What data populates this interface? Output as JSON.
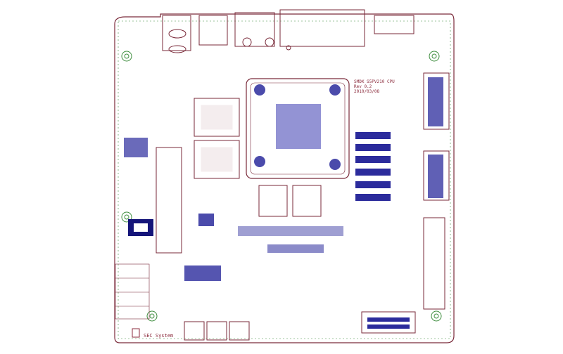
{
  "board": {
    "silkscreen": {
      "name": "SMDK S5PV210 CPU",
      "rev": "Rev 0.2",
      "date": "2010/03/08",
      "logo_text": "SEC System"
    }
  },
  "colors": {
    "background": "#ffffff",
    "outline": "#7a2a3a",
    "pad_blue": "#2b2b9c",
    "pad_dark": "#15157a",
    "silk_red": "#8b2b3c",
    "trace_gray": "#9a9a9a",
    "mount_green": "#3c8c3c"
  },
  "icons": {
    "mounting_hole": "mounting-hole-icon",
    "logo": "sec-logo-icon"
  }
}
